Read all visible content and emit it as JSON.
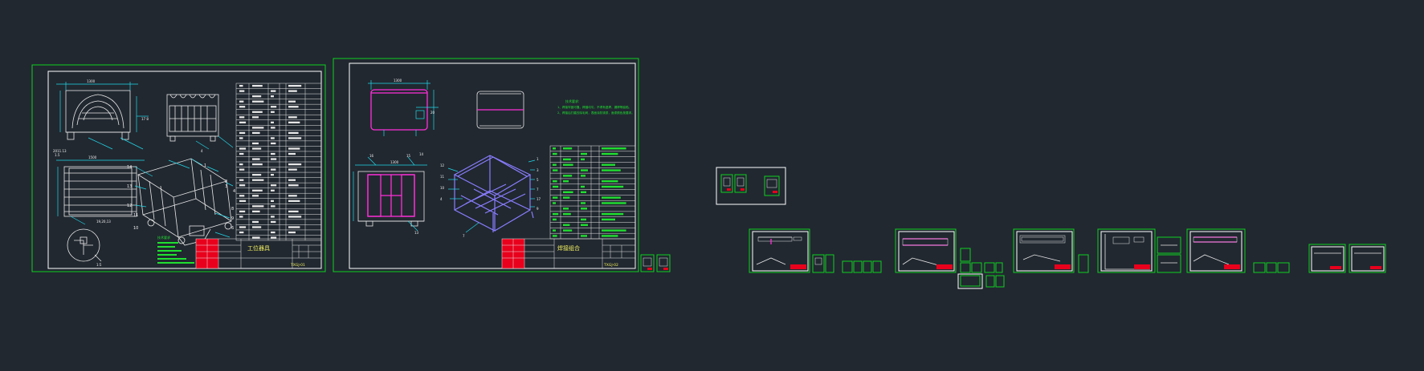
{
  "canvas": {
    "background": "#212830",
    "border_color": "#10d020",
    "title_block_color": "#e8001c"
  },
  "sheet1": {
    "title": "工位器具",
    "drawing_no": "TXGJ-01",
    "notes_heading": "技术要求"
  },
  "sheet2": {
    "title": "焊接组合",
    "drawing_no": "TXGJ-02",
    "notes_heading": "技术要求:",
    "notes": [
      "1、焊接牢固可靠，焊缝均匀，不得有虚焊、漏焊等缺陷。",
      "2、焊接后打磨去除毛刺，表面涂防锈漆，面漆颜色按要求。"
    ]
  },
  "callouts": [
    "1",
    "2",
    "3",
    "4",
    "5",
    "6",
    "7",
    "8",
    "9",
    "10",
    "11",
    "12",
    "13",
    "14",
    "15",
    "16",
    "17"
  ]
}
